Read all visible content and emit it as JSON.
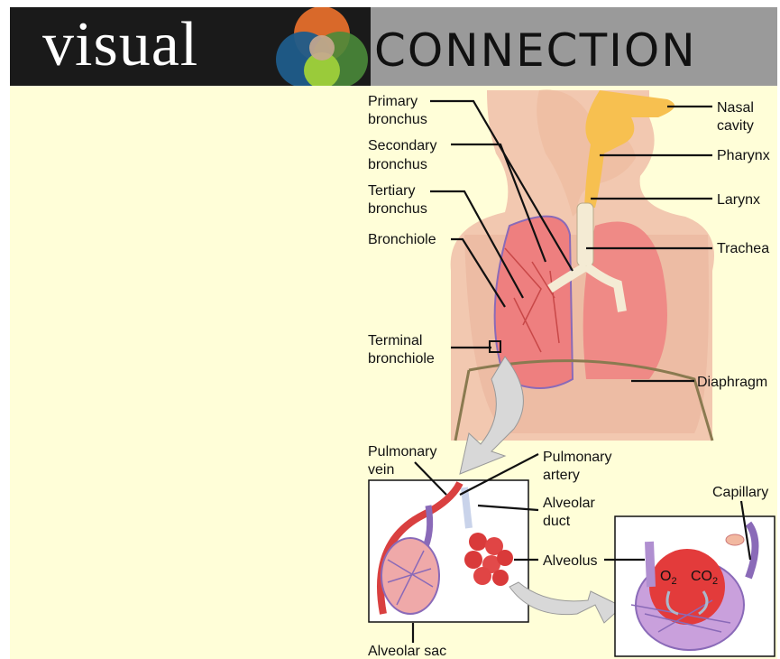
{
  "banner": {
    "word_left": "visual",
    "word_right": "CONNECTION"
  },
  "colors": {
    "banner_dark": "#1a1a1a",
    "banner_gray": "#9a9a9a",
    "panel": "#fffed8",
    "lung": "#f08a8a",
    "airway": "#f5c060",
    "vessel": "#8a6ab8"
  },
  "labels": {
    "primary_bronchus": [
      "Primary",
      "bronchus"
    ],
    "secondary_bronchus": [
      "Secondary",
      "bronchus"
    ],
    "tertiary_bronchus": [
      "Tertiary",
      "bronchus"
    ],
    "bronchiole": "Bronchiole",
    "terminal_bronchiole": [
      "Terminal",
      "bronchiole"
    ],
    "nasal_cavity": [
      "Nasal",
      "cavity"
    ],
    "pharynx": "Pharynx",
    "larynx": "Larynx",
    "trachea": "Trachea",
    "diaphragm": "Diaphragm",
    "pulmonary_vein": [
      "Pulmonary",
      "vein"
    ],
    "pulmonary_artery": [
      "Pulmonary",
      "artery"
    ],
    "alveolar_duct": [
      "Alveolar",
      "duct"
    ],
    "alveolus": "Alveolus",
    "capillary": "Capillary",
    "alveolar_sac": "Alveolar sac",
    "o2": "O",
    "o2_sub": "2",
    "co2": "CO",
    "co2_sub": "2"
  }
}
